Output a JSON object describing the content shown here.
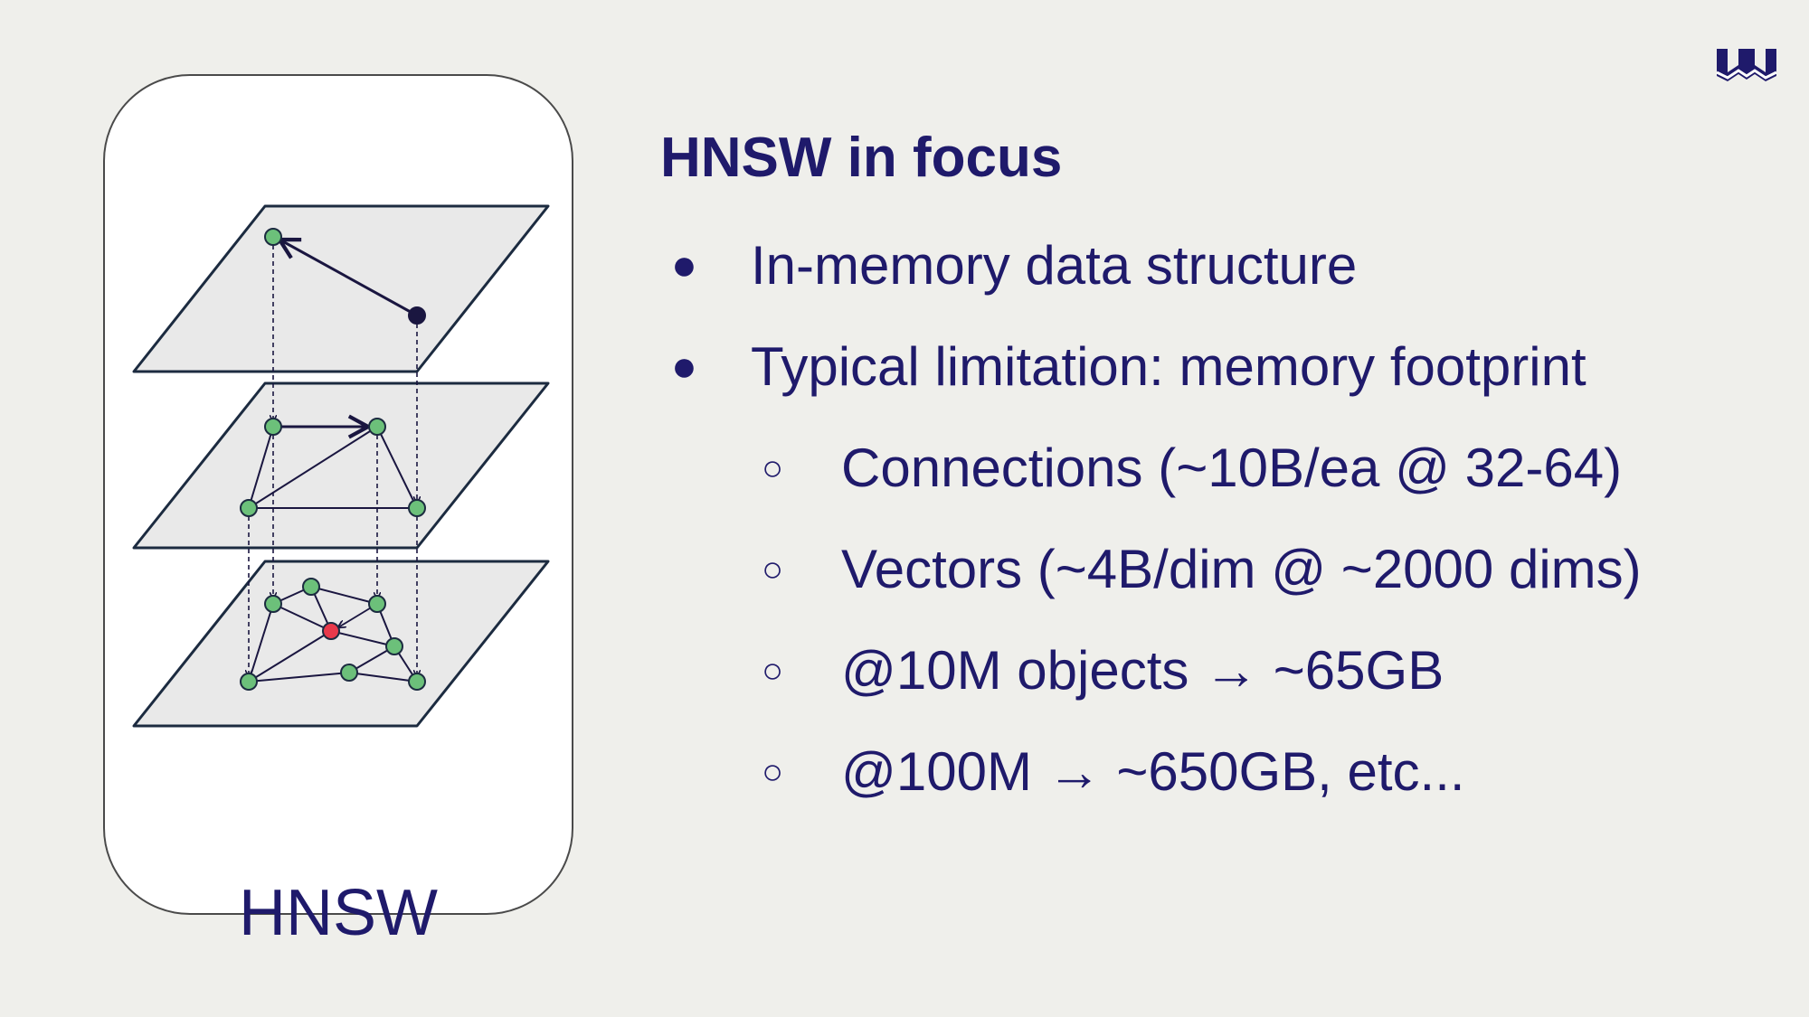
{
  "title": "HNSW in focus",
  "card": {
    "label": "HNSW"
  },
  "bullets": [
    {
      "level": 1,
      "marker": "●",
      "text": "In-memory data structure"
    },
    {
      "level": 1,
      "marker": "●",
      "text": "Typical limitation: memory footprint"
    },
    {
      "level": 2,
      "marker": "○",
      "text": "Connections (~10B/ea @ 32-64)"
    },
    {
      "level": 2,
      "marker": "○",
      "text": "Vectors (~4B/dim @ ~2000 dims)"
    },
    {
      "level": 2,
      "marker": "○",
      "text": "@10M objects → ~65GB"
    },
    {
      "level": 2,
      "marker": "○",
      "text": "@100M → ~650GB, etc..."
    }
  ],
  "colors": {
    "background": "#efefeb",
    "text": "#1f1a6b",
    "layer_fill": "#e9e9e9",
    "layer_stroke": "#1c2b40",
    "node_green": "#6cc07a",
    "node_query": "#1a1640",
    "node_target": "#e8394a"
  },
  "logo": {
    "icon": "weaviate-logo-icon"
  }
}
